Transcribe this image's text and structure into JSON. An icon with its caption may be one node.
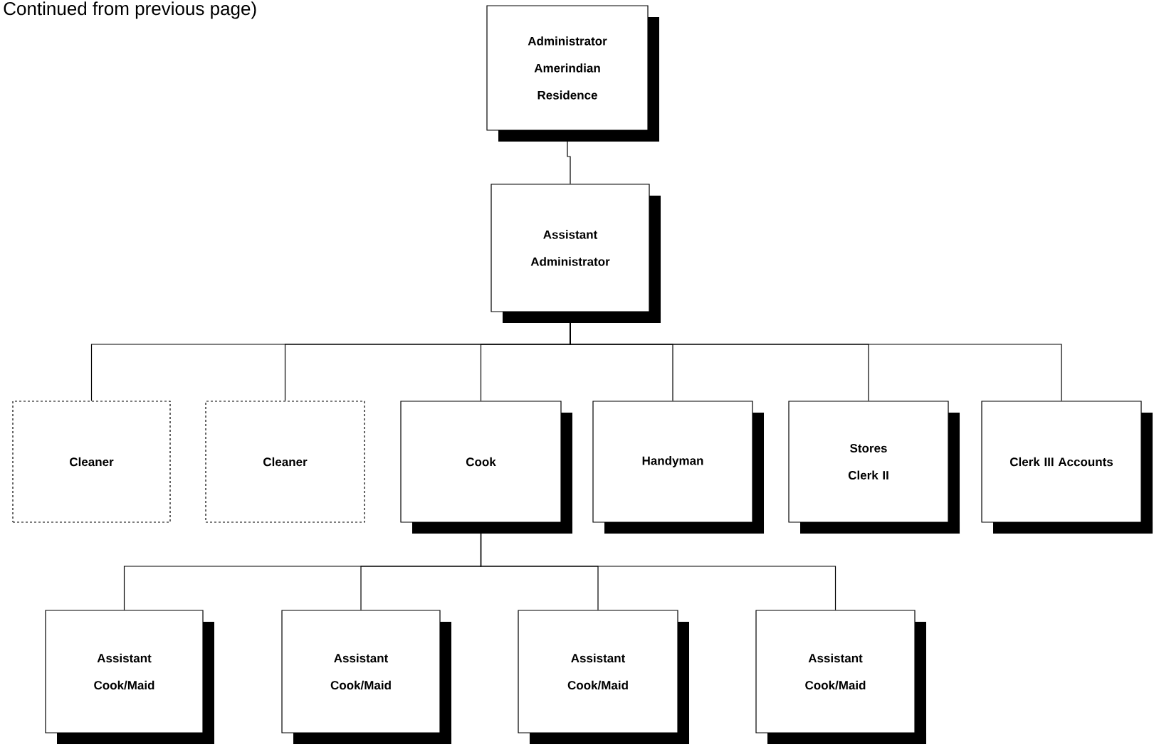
{
  "diagram": {
    "nodes": [
      {
        "text": [
          "Administrator Amerindian Residence"
        ]
      },
      {
        "text": [
          "Assistant Administrator"
        ]
      },
      {
        "text": [
          "Cleaner"
        ]
      },
      {
        "text": [
          "Cleaner"
        ]
      },
      {
        "text": [
          "Cook"
        ]
      },
      {
        "text": [
          "Handyman"
        ]
      },
      {
        "text": [
          "Stores Clerk II"
        ]
      },
      {
        "text": [
          "Clerk III Accounts"
        ]
      },
      {
        "text": [
          "Assistant Cook/Maid"
        ]
      },
      {
        "text": [
          "Assistant Cook/Maid"
        ]
      },
      {
        "text": [
          "Assistant Cook/Maid"
        ]
      },
      {
        "text": [
          "Assistant Cook/Maid"
        ]
      }
    ],
    "edges": [
      {
        "from": 0,
        "to": 1,
        "arrow": "none"
      },
      {
        "from": 1,
        "to": 2,
        "arrow": "none"
      },
      {
        "from": 1,
        "to": 3,
        "arrow": "none"
      },
      {
        "from": 1,
        "to": 4,
        "arrow": "none"
      },
      {
        "from": 1,
        "to": 5,
        "arrow": "none"
      },
      {
        "from": 1,
        "to": 6,
        "arrow": "none"
      },
      {
        "from": 1,
        "to": 7,
        "arrow": "none"
      },
      {
        "from": 4,
        "to": 8,
        "arrow": "none"
      },
      {
        "from": 4,
        "to": 9,
        "arrow": "none"
      },
      {
        "from": 4,
        "to": 10,
        "arrow": "none"
      },
      {
        "from": 4,
        "to": 11,
        "arrow": "none"
      }
    ],
    "labels": [
      "Continued from previous page)"
    ]
  }
}
